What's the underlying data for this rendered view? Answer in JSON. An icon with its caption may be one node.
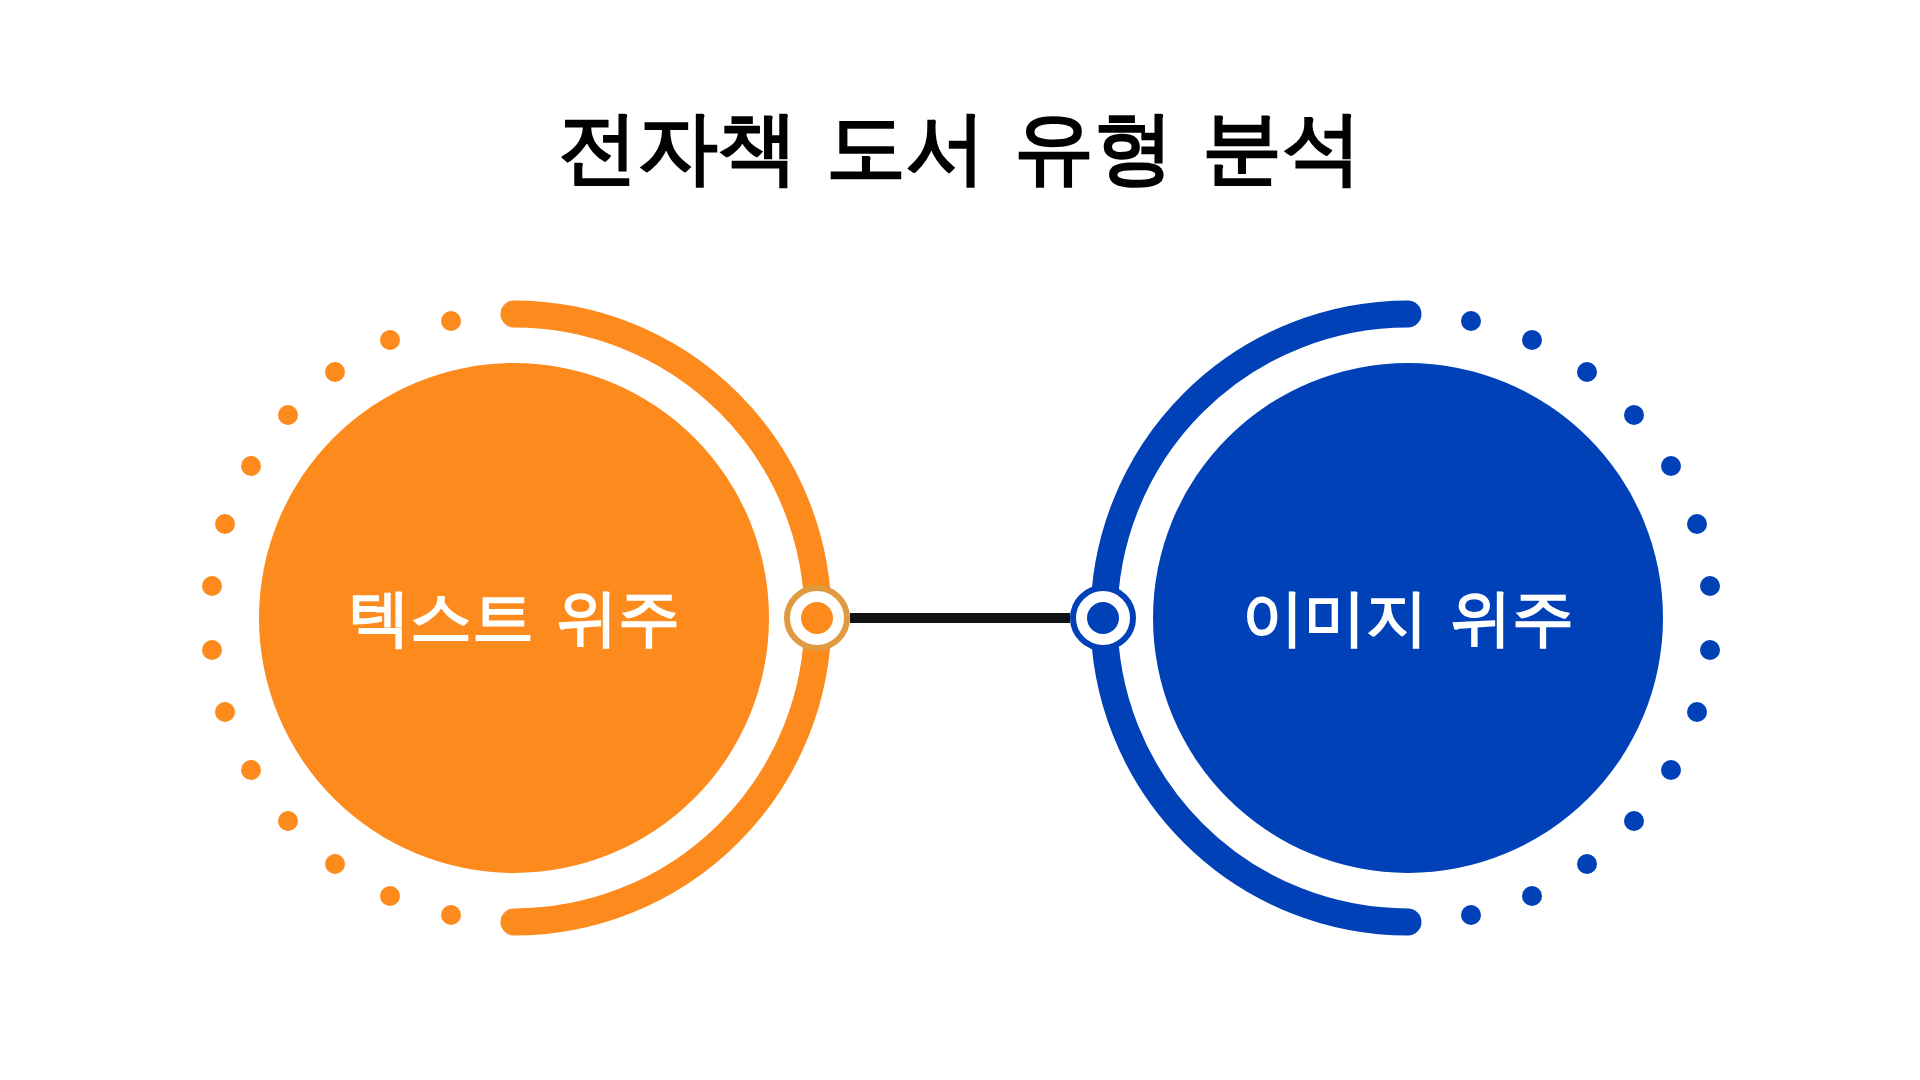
{
  "diagram": {
    "title": "전자책 도서 유형 분석",
    "nodes": [
      {
        "text": [
          "텍스트 위주"
        ]
      },
      {
        "text": [
          "이미지 위주"
        ]
      },
      {
        "text": [],
        "shape": "circle"
      },
      {
        "text": [],
        "shape": "circle"
      }
    ],
    "edges": [
      {
        "from": 2,
        "to": 3,
        "arrow": "none"
      }
    ]
  }
}
